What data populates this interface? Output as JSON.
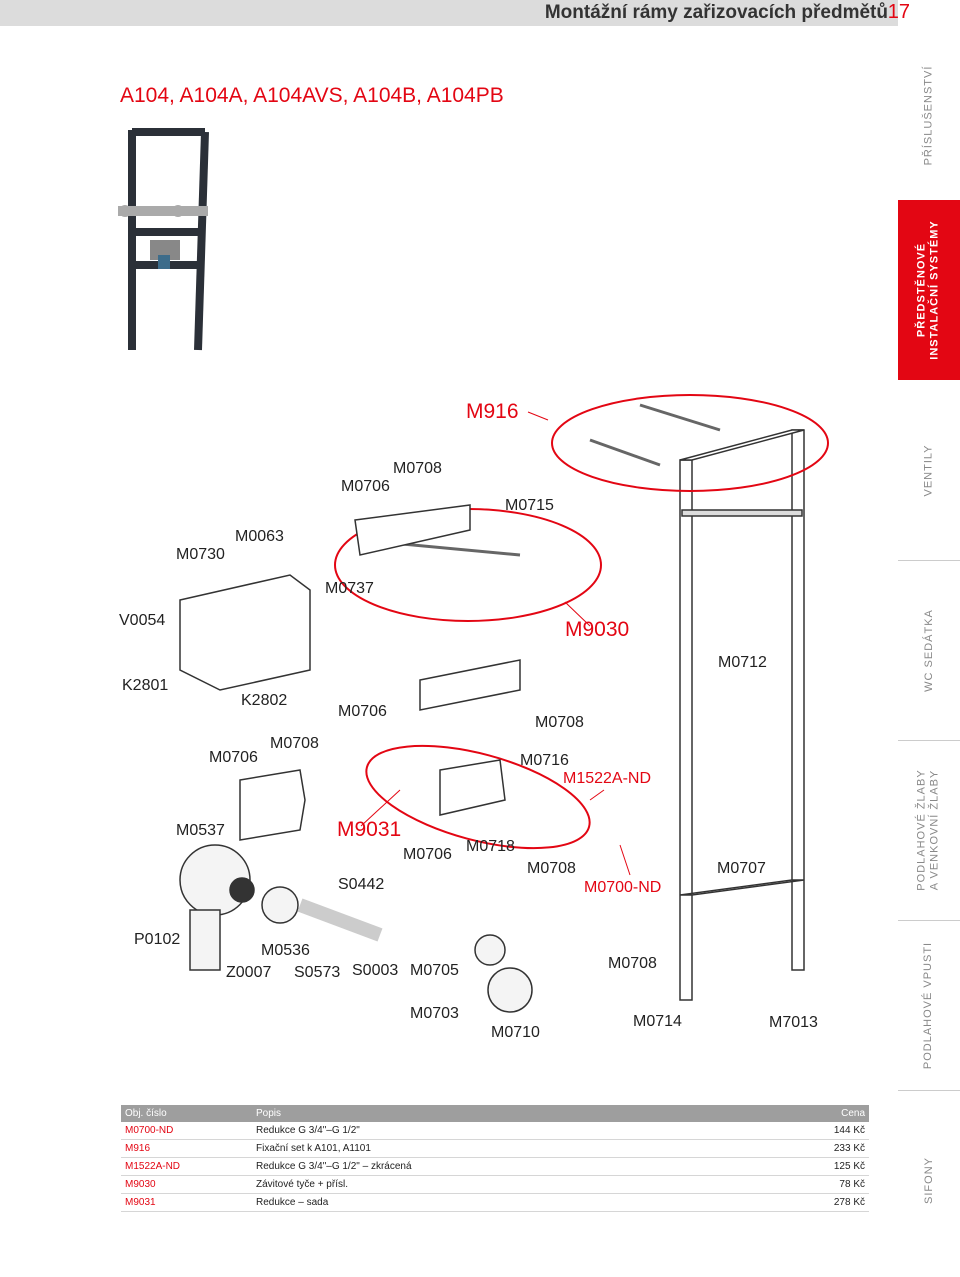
{
  "header": {
    "title": "Montážní rámy zařizovacích předmětů",
    "page_number": "17"
  },
  "page_title": "A104, A104A, A104AVS, A104B, A104PB",
  "side_tabs": [
    {
      "label": "PŘÍSLUŠENSTVÍ"
    },
    {
      "label_line1": "PŘEDSTĚNOVÉ",
      "label_line2": "INSTALAČNÍ SYSTÉMY"
    },
    {
      "label": "VENTILY"
    },
    {
      "label": "WC SEDÁTKA"
    },
    {
      "label_line1": "PODLAHOVÉ ŽLABY",
      "label_line2": "A VENKOVNÍ ŽLABY"
    },
    {
      "label": "PODLAHOVÉ VPUSTI"
    },
    {
      "label": "SIFONY"
    }
  ],
  "callouts": {
    "m916": "M916",
    "m0708_a": "M0708",
    "m0706_a": "M0706",
    "m0715": "M0715",
    "m0063": "M0063",
    "m0730": "M0730",
    "m0737": "M0737",
    "v0054": "V0054",
    "m9030": "M9030",
    "m0712": "M0712",
    "k2801": "K2801",
    "k2802": "K2802",
    "m0706_b": "M0706",
    "m0708_b": "M0708",
    "m0706_c": "M0706",
    "m0708_c": "M0708",
    "m0716": "M0716",
    "m1522a_nd": "M1522A-ND",
    "m0537": "M0537",
    "m9031": "M9031",
    "m0718": "M0718",
    "m0706_d": "M0706",
    "m0708_d": "M0708",
    "m0707": "M0707",
    "s0442": "S0442",
    "m0700_nd": "M0700-ND",
    "p0102": "P0102",
    "m0536": "M0536",
    "z0007": "Z0007",
    "s0573": "S0573",
    "s0003": "S0003",
    "m0705": "M0705",
    "m0708_e": "M0708",
    "m0703": "M0703",
    "m0714": "M0714",
    "m7013": "M7013",
    "m0710": "M0710"
  },
  "table": {
    "headers": {
      "code": "Obj. číslo",
      "description": "Popis",
      "price": "Cena"
    },
    "rows": [
      {
        "code": "M0700-ND",
        "description": "Redukce G 3/4\"–G 1/2\"",
        "price": "144 Kč"
      },
      {
        "code": "M916",
        "description": "Fixační set k A101, A1101",
        "price": "233 Kč"
      },
      {
        "code": "M1522A-ND",
        "description": "Redukce G 3/4\"–G 1/2\" – zkrácená",
        "price": "125 Kč"
      },
      {
        "code": "M9030",
        "description": "Závitové tyče + přísl.",
        "price": "78 Kč"
      },
      {
        "code": "M9031",
        "description": "Redukce – sada",
        "price": "278 Kč"
      }
    ]
  },
  "colors": {
    "accent": "#e30613",
    "header_bg": "#dcdcdc",
    "table_header_bg": "#9e9e9e"
  }
}
